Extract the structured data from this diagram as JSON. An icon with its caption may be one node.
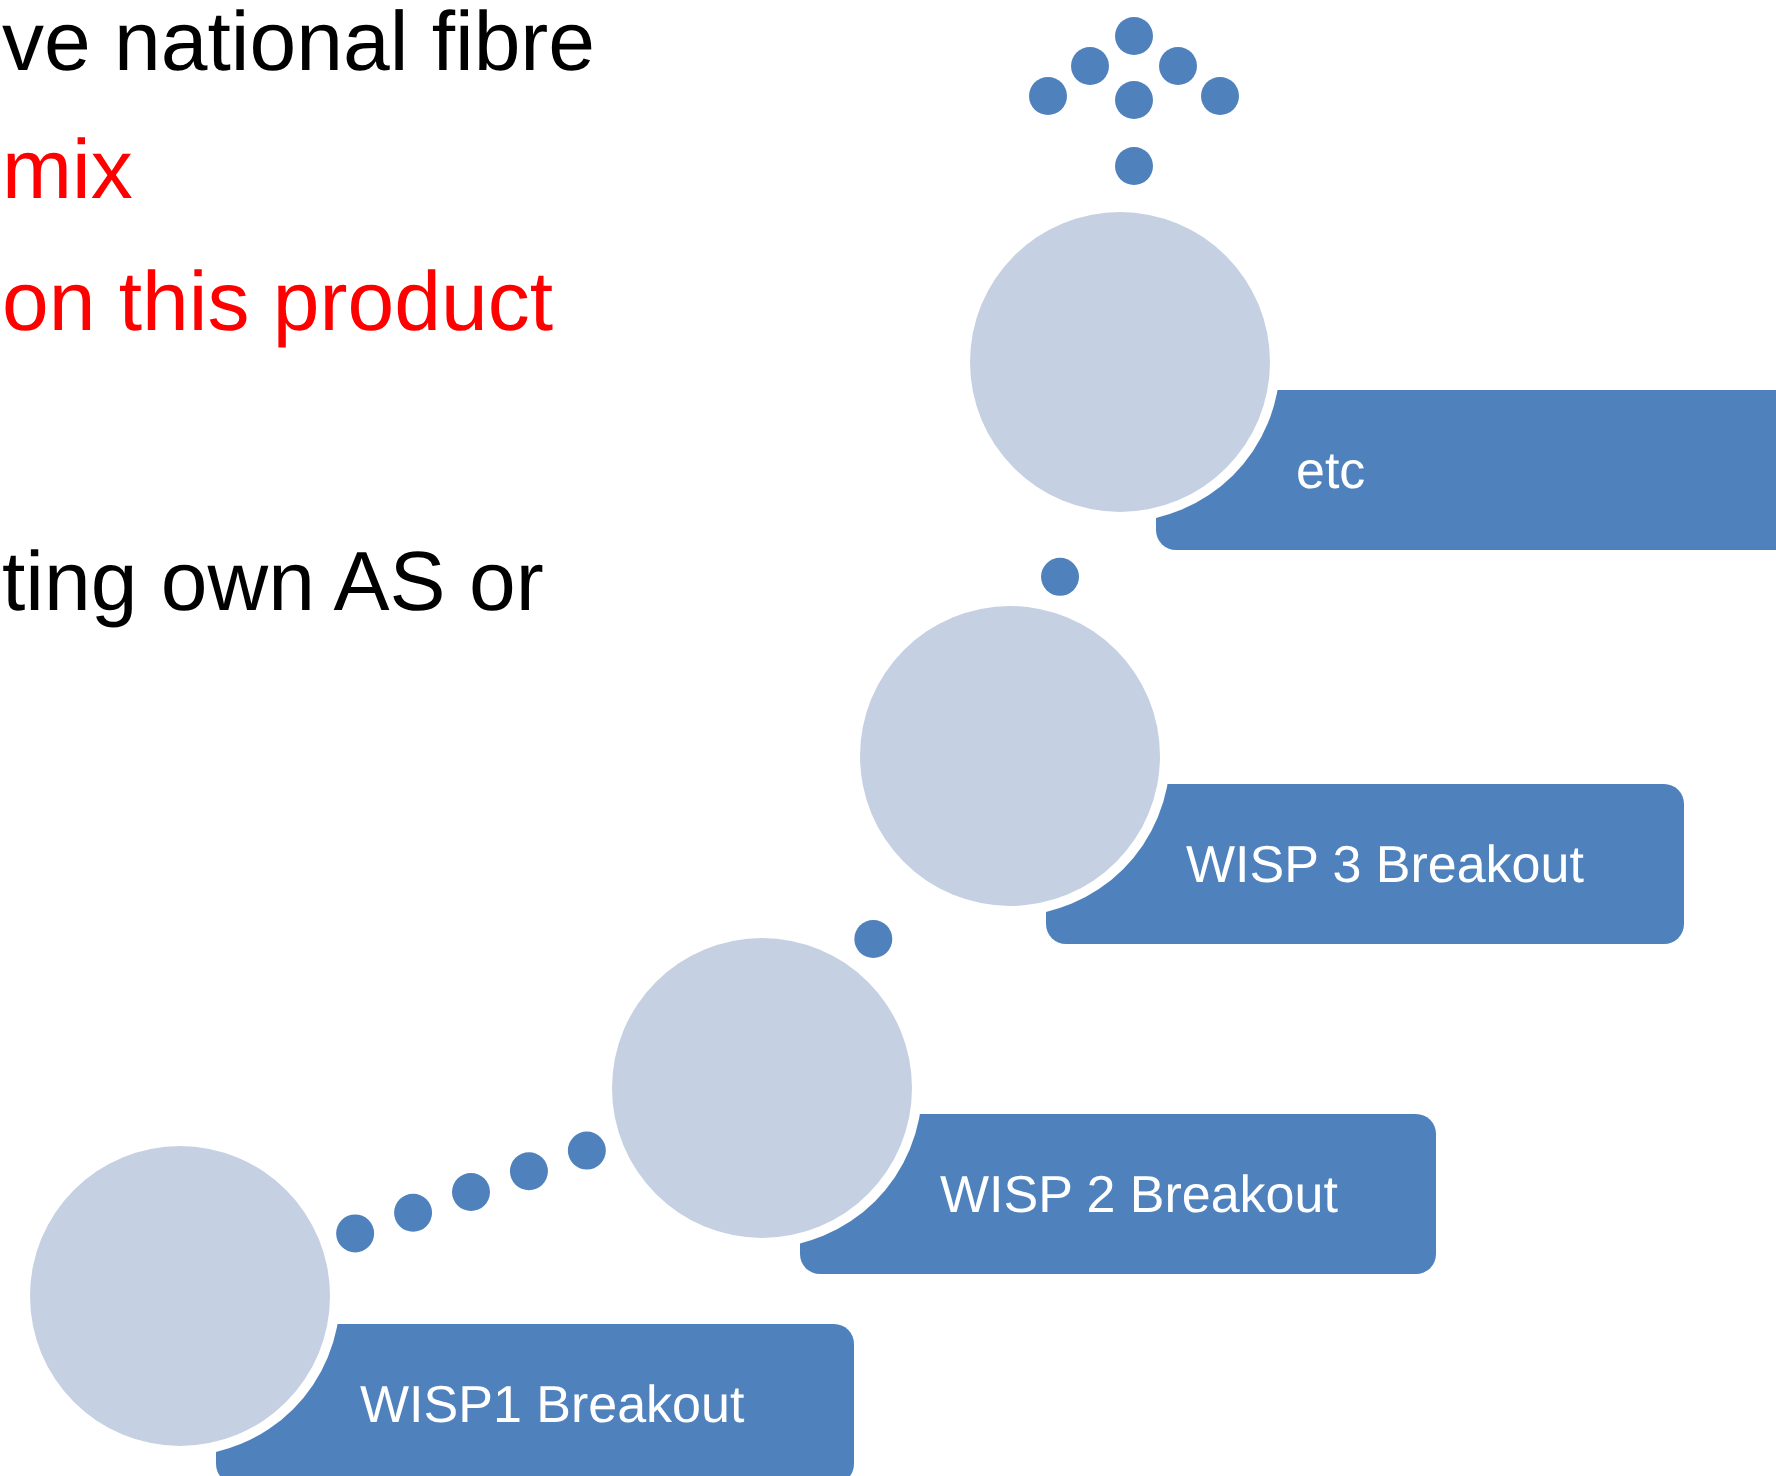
{
  "diagram": {
    "nodes": [
      {
        "text": [],
        "shape": "circle"
      },
      {
        "text": [
          "etc"
        ]
      },
      {
        "text": [],
        "shape": "circle"
      },
      {
        "text": [
          "WISP 3 Breakout"
        ]
      },
      {
        "text": [],
        "shape": "circle"
      },
      {
        "text": [
          "WISP 2 Breakout"
        ]
      },
      {
        "text": [],
        "shape": "circle"
      },
      {
        "text": [
          "WISP1 Breakout"
        ]
      }
    ],
    "edges": [
      {
        "from": 6,
        "to": 4,
        "arrow": "none"
      },
      {
        "from": 4,
        "to": 2,
        "arrow": "none"
      },
      {
        "from": 2,
        "to": 0,
        "arrow": "none"
      }
    ],
    "labels": [
      "ve national fibre",
      "mix",
      "on this product",
      "ting own AS or"
    ]
  }
}
